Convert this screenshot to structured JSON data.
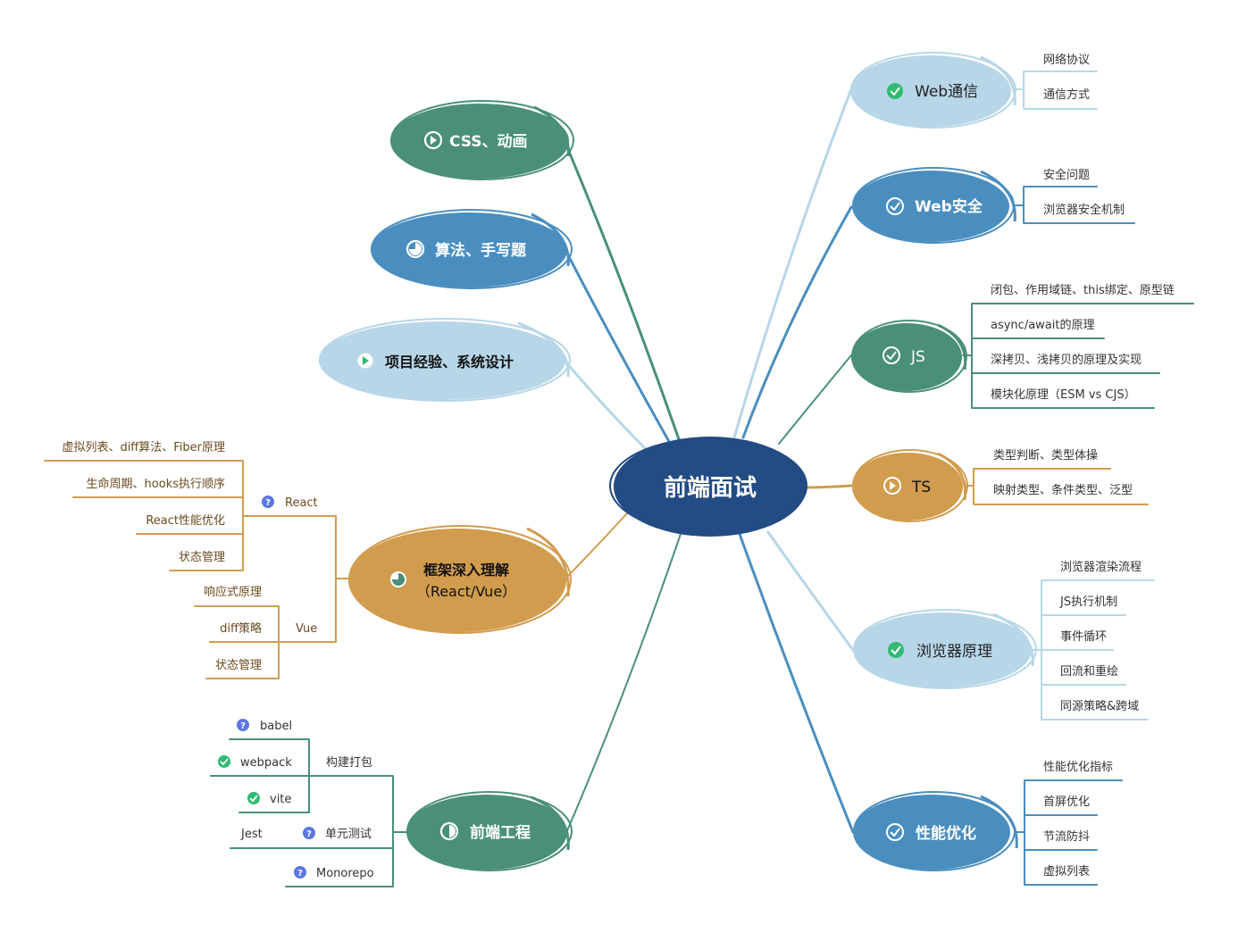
{
  "colors": {
    "dark_navy": "#234b84",
    "teal": "#4a8f79",
    "blue": "#4a8ec0",
    "light_blue": "#b7d6e8",
    "orange": "#d19c4e",
    "check_green": "#2fba72",
    "question_blue": "#5b77e0",
    "leaf_text": "#333333",
    "orange_text": "#6b4a1f"
  },
  "root": {
    "label": "前端面试"
  },
  "topics": {
    "css": {
      "label": "CSS、动画",
      "icon": "play-circle-icon"
    },
    "algo": {
      "label": "算法、手写题",
      "icon": "pie-progress-icon"
    },
    "project": {
      "label": "项目经验、系统设计",
      "icon": "play-circle-icon"
    },
    "framework": {
      "line1": "框架深入理解",
      "line2": "（React/Vue）",
      "icon": "pie-progress-icon"
    },
    "engineering": {
      "label": "前端工程",
      "icon": "half-circle-icon"
    },
    "webcomm": {
      "label": "Web通信",
      "icon": "check-circle-icon"
    },
    "websec": {
      "label": "Web安全",
      "icon": "check-circle-icon"
    },
    "js": {
      "label": "JS",
      "icon": "check-circle-icon"
    },
    "ts": {
      "label": "TS",
      "icon": "play-circle-icon"
    },
    "browser": {
      "label": "浏览器原理",
      "icon": "check-circle-icon"
    },
    "perf": {
      "label": "性能优化",
      "icon": "check-circle-icon"
    }
  },
  "webcomm_items": [
    "网络协议",
    "通信方式"
  ],
  "websec_items": [
    "安全问题",
    "浏览器安全机制"
  ],
  "js_items": [
    "闭包、作用域链、this绑定、原型链",
    "async/await的原理",
    "深拷贝、浅拷贝的原理及实现",
    "模块化原理（ESM vs CJS）"
  ],
  "ts_items": [
    "类型判断、类型体操",
    "映射类型、条件类型、泛型"
  ],
  "browser_items": [
    "浏览器渲染流程",
    "JS执行机制",
    "事件循环",
    "回流和重绘",
    "同源策略&跨域"
  ],
  "perf_items": [
    "性能优化指标",
    "首屏优化",
    "节流防抖",
    "虚拟列表"
  ],
  "react": {
    "label": "React",
    "items": [
      "虚拟列表、diff算法、Fiber原理",
      "生命周期、hooks执行顺序",
      "React性能优化",
      "状态管理"
    ]
  },
  "vue": {
    "label": "Vue",
    "items": [
      "响应式原理",
      "diff策略",
      "状态管理"
    ]
  },
  "build": {
    "label": "构建打包",
    "items": [
      "babel",
      "webpack",
      "vite"
    ]
  },
  "unit_test": {
    "label": "单元测试",
    "item": "Jest"
  },
  "monorepo": {
    "label": "Monorepo"
  }
}
